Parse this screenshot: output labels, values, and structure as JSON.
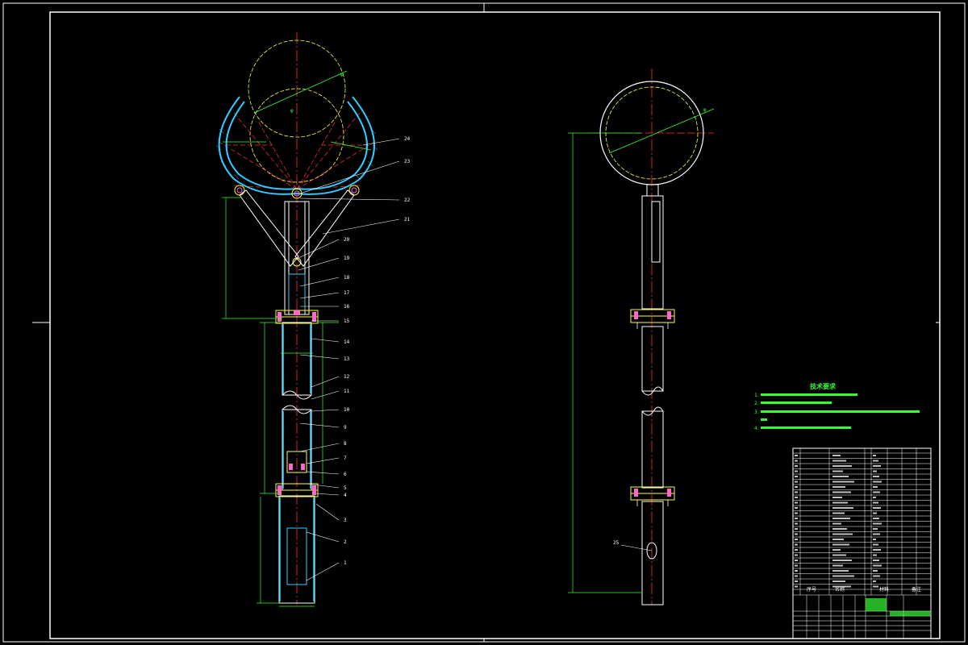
{
  "drawing": {
    "title": "技术要求",
    "tech_requirements": [
      "1.",
      "2.",
      "3.",
      "4."
    ],
    "item_labels": [
      "1",
      "2",
      "3",
      "4",
      "5",
      "6",
      "7",
      "8",
      "9",
      "10",
      "11",
      "12",
      "13",
      "14",
      "15",
      "16",
      "17",
      "18",
      "19",
      "20",
      "21",
      "22",
      "23",
      "24"
    ],
    "side_view_label": "25",
    "colors": {
      "background": "#000000",
      "frame": "#ffffff",
      "centerline": "#ff3333",
      "aux_circle": "#ffff33",
      "dimension": "#33ff33",
      "steel": "#33ccff",
      "pink": "#ff66cc"
    }
  },
  "title_block": {
    "header_cols": [
      "序号",
      "名称",
      "材料",
      "备注"
    ],
    "drawing_name": "",
    "company": ""
  }
}
